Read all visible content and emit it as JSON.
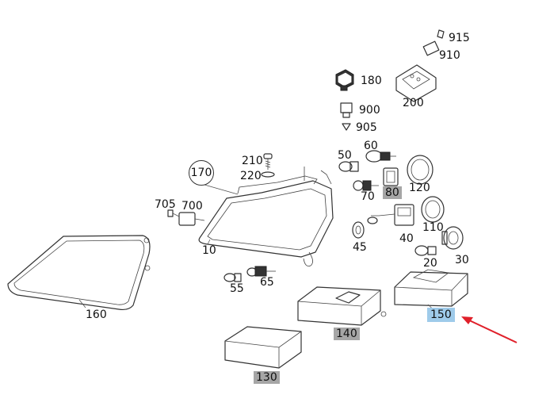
{
  "callouts": {
    "p915": "915",
    "p910": "910",
    "p180": "180",
    "p200": "200",
    "p900": "900",
    "p905": "905",
    "p210": "210",
    "p220": "220",
    "p170": "170",
    "p50": "50",
    "p60": "60",
    "p120": "120",
    "p70": "70",
    "p80": "80",
    "p705": "705",
    "p700": "700",
    "p110": "110",
    "p40": "40",
    "p10": "10",
    "p45": "45",
    "p20": "20",
    "p30": "30",
    "p55": "55",
    "p65": "65",
    "p160": "160",
    "p150": "150",
    "p140": "140",
    "p130": "130"
  },
  "colors": {
    "highlight": "#9fcbea",
    "gray_label": "#a6a6a6",
    "arrow": "#e0202a"
  }
}
